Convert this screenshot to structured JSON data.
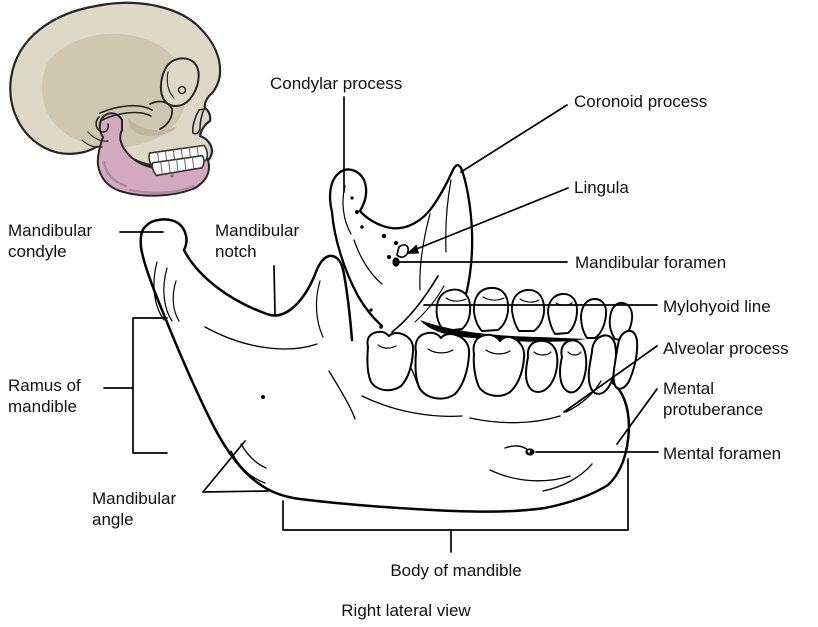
{
  "figure_type": "anatomical-diagram",
  "subject": "Mandible",
  "caption": {
    "text": "Right lateral view"
  },
  "annotations": [
    {
      "id": "condylar-process",
      "text": "Condylar process"
    },
    {
      "id": "coronoid-process",
      "text": "Coronoid process"
    },
    {
      "id": "lingula",
      "text": "Lingula"
    },
    {
      "id": "mandibular-foramen",
      "text": "Mandibular foramen"
    },
    {
      "id": "mylohyoid-line",
      "text": "Mylohyoid line"
    },
    {
      "id": "alveolar-process",
      "text": "Alveolar process"
    },
    {
      "id": "mental-protuberance",
      "text": "Mental protuberance"
    },
    {
      "id": "mental-foramen",
      "text": "Mental foramen"
    },
    {
      "id": "mandibular-condyle",
      "text": "Mandibular condyle"
    },
    {
      "id": "mandibular-notch",
      "text": "Mandibular notch"
    },
    {
      "id": "ramus-of-mandible",
      "text": "Ramus of mandible"
    },
    {
      "id": "mandibular-angle",
      "text": "Mandibular angle"
    },
    {
      "id": "body-of-mandible",
      "text": "Body of mandible"
    }
  ],
  "colors": {
    "line": "#000000",
    "text": "#111111",
    "background": "#ffffff",
    "skull_bone": "#ded8c6",
    "skull_shading": "#cfc7af",
    "skull_shading_dark": "#bcb296",
    "mandible_highlight": "#d3a9bf",
    "mandible_highlight_dark": "#a97f96",
    "teeth": "#ffffff"
  }
}
